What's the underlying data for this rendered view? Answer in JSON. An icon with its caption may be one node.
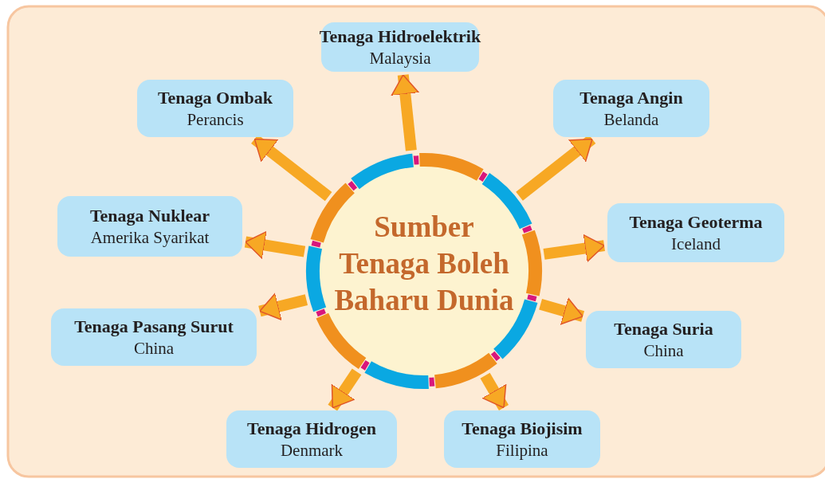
{
  "diagram": {
    "nodes": [
      {
        "text": [
          "Sumber Tenaga Boleh Baharu Dunia"
        ]
      },
      {
        "text": [
          "Tenaga Hidroelektrik",
          "Malaysia"
        ]
      },
      {
        "text": [
          "Tenaga Ombak",
          "Perancis"
        ]
      },
      {
        "text": [
          "Tenaga Angin",
          "Belanda"
        ]
      },
      {
        "text": [
          "Tenaga Nuklear",
          "Amerika Syarikat"
        ]
      },
      {
        "text": [
          "Tenaga Geoterma",
          "Iceland"
        ]
      },
      {
        "text": [
          "Tenaga Pasang Surut",
          "China"
        ]
      },
      {
        "text": [
          "Tenaga Suria",
          "China"
        ]
      },
      {
        "text": [
          "Tenaga Hidrogen",
          "Denmark"
        ]
      },
      {
        "text": [
          "Tenaga Biojisim",
          "Filipina"
        ]
      }
    ],
    "edges": [
      {
        "from": 0,
        "to": 1,
        "arrow": "to"
      },
      {
        "from": 0,
        "to": 2,
        "arrow": "to"
      },
      {
        "from": 0,
        "to": 3,
        "arrow": "to"
      },
      {
        "from": 0,
        "to": 4,
        "arrow": "to"
      },
      {
        "from": 0,
        "to": 5,
        "arrow": "to"
      },
      {
        "from": 0,
        "to": 6,
        "arrow": "to"
      },
      {
        "from": 0,
        "to": 7,
        "arrow": "to"
      },
      {
        "from": 0,
        "to": 8,
        "arrow": "to"
      },
      {
        "from": 0,
        "to": 9,
        "arrow": "to"
      }
    ]
  }
}
